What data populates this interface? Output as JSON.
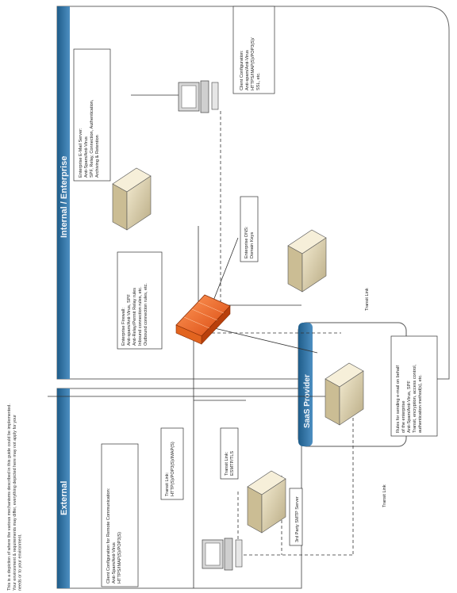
{
  "note": [
    "This is a depiction of where the various mechanisms described in this guide could be implemented.",
    "Your environment & requirements may differ, everything depicted here may not apply for your",
    "needs or to your environment."
  ],
  "zones": {
    "internal": "Internal / Enterprise",
    "external": "External",
    "saas": "SaaS Provider"
  },
  "boxes": {
    "client_internal": [
      "Client Configuration:",
      "Anti-spam/Anti-Virus",
      "HTTPS/IMAP(S)/POP3(S)/",
      "SSL, etc."
    ],
    "mail_server": [
      "Enterprise E-Mail Server:",
      "Anti-Spam/Anti-Virus",
      "SPF, Relay, Connection, Authentication,",
      "Archiving & Retention"
    ],
    "dns": [
      "Enterprise DNS:",
      "Domain Keys"
    ],
    "firewall": [
      "Enterprise Firewall:",
      "Anti-spam/Anti-Virus, SPF",
      "Anti-Relay/Permit Relay rules",
      "Inbound connection rules, etc.",
      "Outbound connection rules, etc."
    ],
    "saas_rules": [
      "Rules for sending e-mail on behalf",
      "of the enterprise",
      "Anti-Spam/Anti-Virus, SPF",
      "Transit, encryption, access control,",
      "authentication method(s), etc."
    ],
    "client_remote": [
      "Client Configuration for Remote Communication:",
      "Anti-Spam/Anti-Virus",
      "HTTPS/IMAP(S)/POP3(S)"
    ],
    "transit_https": [
      "Transit Link:",
      "HTTP(S)/POP3(S)/IMAP(S)"
    ],
    "transit_esmtp": [
      "Transit Link:",
      "ESMTP/TLS"
    ],
    "third_party": [
      "3rd Party SMTP Server"
    ]
  },
  "link_labels": {
    "transit_saas": "Transit Link",
    "transit_bottom": "Transit Link"
  }
}
